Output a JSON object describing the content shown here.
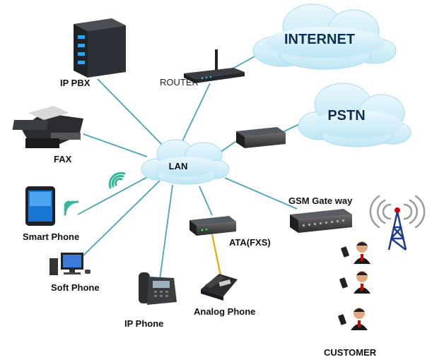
{
  "diagram": {
    "hub": "LAN",
    "clouds": {
      "internet": "INTERNET",
      "pstn": "PSTN"
    },
    "nodes": {
      "ip_pbx": "IP PBX",
      "router": "ROUTER",
      "fax": "FAX",
      "smart_phone": "Smart Phone",
      "soft_phone": "Soft Phone",
      "ip_phone": "IP Phone",
      "analog_phone": "Analog  Phone",
      "ata": "ATA(FXS)",
      "gsm_gateway": "GSM Gate way",
      "customer": "CUSTOMER"
    },
    "colors": {
      "cloud": "#cfeef9",
      "cloud_edge": "#9fd6ea",
      "link": "#4ba3b7",
      "analog_link": "#e0b000",
      "wireless": "#35b89a"
    },
    "icons": [
      "server-icon",
      "router-icon",
      "fax-icon",
      "smartphone-icon",
      "desktop-computer-icon",
      "desk-phone-icon",
      "analog-phone-icon",
      "ata-device-icon",
      "pstn-gateway-icon",
      "gsm-gateway-icon",
      "cell-tower-icon",
      "customer-icon",
      "mobile-phone-icon",
      "wifi-icon"
    ]
  }
}
